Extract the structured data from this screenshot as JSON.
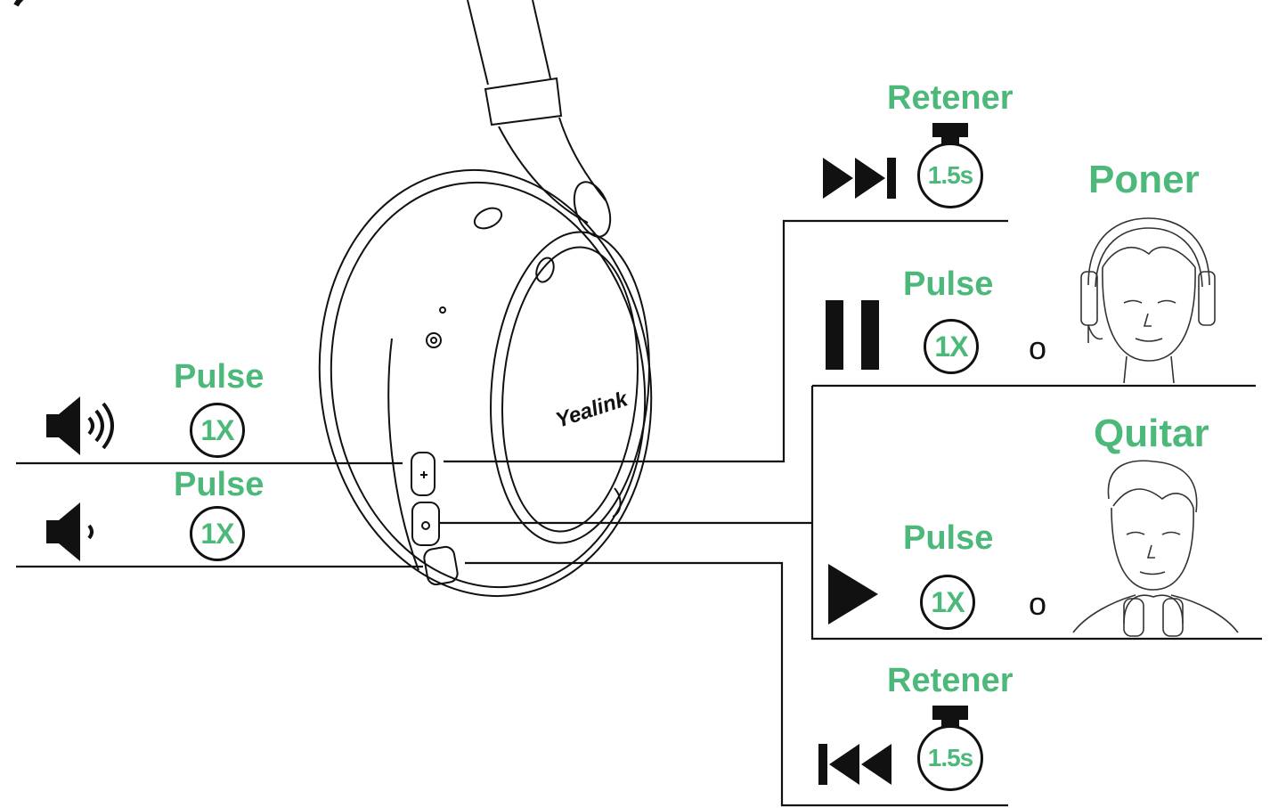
{
  "brand": {
    "logo_text": "Yealink"
  },
  "labels": {
    "vol_up_action": "Pulse",
    "vol_down_action": "Pulse",
    "next_action": "Retener",
    "pause_action": "Pulse",
    "play_action": "Pulse",
    "prev_action": "Retener",
    "put_on": "Poner",
    "take_off": "Quitar",
    "or_1": "o",
    "or_2": "o"
  },
  "badges": {
    "vol_up": "1X",
    "vol_down": "1X",
    "pause": "1X",
    "play": "1X",
    "next_timer": "1.5s",
    "prev_timer": "1.5s"
  },
  "icons": {
    "volume_up": "speaker-loud-icon",
    "volume_down": "speaker-quiet-icon",
    "next": "skip-forward-icon",
    "pause": "pause-icon",
    "play": "play-icon",
    "previous": "skip-back-icon",
    "timer": "stopwatch-icon",
    "headset": "headset-earcup-illustration",
    "person_wearing": "person-wearing-headset-illustration",
    "person_neck": "person-headset-around-neck-illustration"
  },
  "colors": {
    "accent": "#4cb97a",
    "ink": "#111111"
  }
}
